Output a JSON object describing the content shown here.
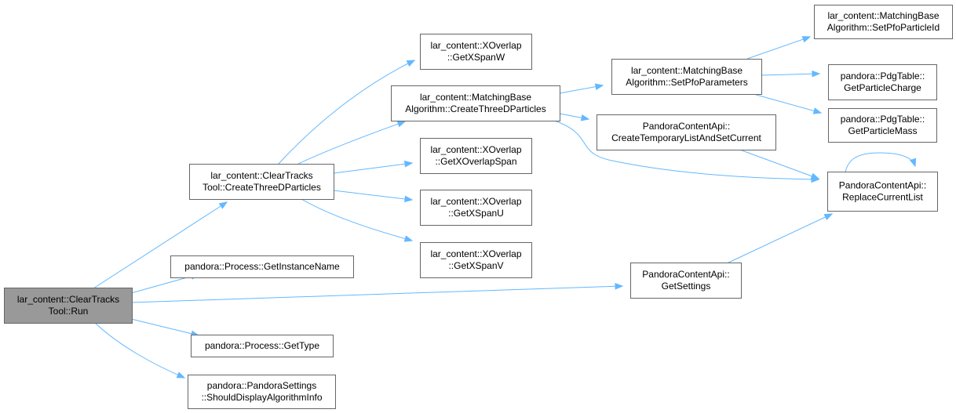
{
  "colors": {
    "edge": "#63b8ff",
    "node_border": "#666666",
    "node_fill": "#ffffff",
    "root_fill": "#999999",
    "text": "#000000"
  },
  "nodes": [
    {
      "id": "run",
      "name": "node-cleartrackstool-run",
      "lines": [
        "lar_content::ClearTracks",
        "Tool::Run"
      ],
      "root": true
    },
    {
      "id": "ctdp",
      "name": "node-cleartrackstool-createthreedparticles",
      "lines": [
        "lar_content::ClearTracks",
        "Tool::CreateThreeDParticles"
      ]
    },
    {
      "id": "instname",
      "name": "node-process-getinstancename",
      "lines": [
        "pandora::Process::GetInstanceName"
      ]
    },
    {
      "id": "gettype",
      "name": "node-process-gettype",
      "lines": [
        "pandora::Process::GetType"
      ]
    },
    {
      "id": "showalg",
      "name": "node-pandorasettings-shoulddisplayalgorithminfo",
      "lines": [
        "pandora::PandoraSettings",
        "::ShouldDisplayAlgorithmInfo"
      ]
    },
    {
      "id": "spanw",
      "name": "node-xoverlap-getxspanw",
      "lines": [
        "lar_content::XOverlap",
        "::GetXSpanW"
      ]
    },
    {
      "id": "mbctdp",
      "name": "node-matchingbasealgorithm-createthreedparticles",
      "lines": [
        "lar_content::MatchingBase",
        "Algorithm::CreateThreeDParticles"
      ]
    },
    {
      "id": "overlapspan",
      "name": "node-xoverlap-getxoverlapspan",
      "lines": [
        "lar_content::XOverlap",
        "::GetXOverlapSpan"
      ]
    },
    {
      "id": "spanu",
      "name": "node-xoverlap-getxspanu",
      "lines": [
        "lar_content::XOverlap",
        "::GetXSpanU"
      ]
    },
    {
      "id": "spanv",
      "name": "node-xoverlap-getxspanv",
      "lines": [
        "lar_content::XOverlap",
        "::GetXSpanV"
      ]
    },
    {
      "id": "pfoparams",
      "name": "node-matchingbasealgorithm-setpfoparameters",
      "lines": [
        "lar_content::MatchingBase",
        "Algorithm::SetPfoParameters"
      ]
    },
    {
      "id": "templist",
      "name": "node-pandoracontentapi-createtemporarylistandsetcurrent",
      "lines": [
        "PandoraContentApi::",
        "CreateTemporaryListAndSetCurrent"
      ]
    },
    {
      "id": "settings",
      "name": "node-pandoracontentapi-getsettings",
      "lines": [
        "PandoraContentApi::",
        "GetSettings"
      ]
    },
    {
      "id": "particleid",
      "name": "node-matchingbasealgorithm-setpfoparticleid",
      "lines": [
        "lar_content::MatchingBase",
        "Algorithm::SetPfoParticleId"
      ]
    },
    {
      "id": "charge",
      "name": "node-pdgtable-getparticlecharge",
      "lines": [
        "pandora::PdgTable::",
        "GetParticleCharge"
      ]
    },
    {
      "id": "mass",
      "name": "node-pdgtable-getparticlemass",
      "lines": [
        "pandora::PdgTable::",
        "GetParticleMass"
      ]
    },
    {
      "id": "replace",
      "name": "node-pandoracontentapi-replacecurrentlist",
      "lines": [
        "PandoraContentApi::",
        "ReplaceCurrentList"
      ]
    }
  ],
  "edges": [
    {
      "from": "run",
      "to": "ctdp"
    },
    {
      "from": "run",
      "to": "instname"
    },
    {
      "from": "run",
      "to": "settings"
    },
    {
      "from": "run",
      "to": "gettype"
    },
    {
      "from": "run",
      "to": "showalg"
    },
    {
      "from": "ctdp",
      "to": "spanw"
    },
    {
      "from": "ctdp",
      "to": "mbctdp"
    },
    {
      "from": "ctdp",
      "to": "overlapspan"
    },
    {
      "from": "ctdp",
      "to": "spanu"
    },
    {
      "from": "ctdp",
      "to": "spanv"
    },
    {
      "from": "mbctdp",
      "to": "pfoparams"
    },
    {
      "from": "mbctdp",
      "to": "templist"
    },
    {
      "from": "mbctdp",
      "to": "replace"
    },
    {
      "from": "pfoparams",
      "to": "particleid"
    },
    {
      "from": "pfoparams",
      "to": "charge"
    },
    {
      "from": "pfoparams",
      "to": "mass"
    },
    {
      "from": "templist",
      "to": "replace"
    },
    {
      "from": "settings",
      "to": "replace"
    },
    {
      "from": "replace",
      "to": "replace"
    }
  ]
}
